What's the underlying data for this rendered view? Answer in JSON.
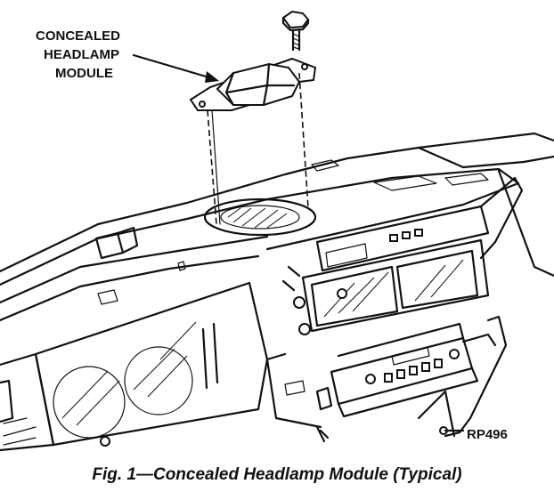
{
  "callout": {
    "label_lines": [
      "CONCEALED",
      "HEADLAMP",
      "MODULE"
    ]
  },
  "part_code": "RP496",
  "caption": "Fig. 1—Concealed Headlamp Module (Typical)",
  "icons": [
    "bolt-icon",
    "headlamp-module-icon",
    "instrument-panel-icon",
    "radio-icon",
    "climate-control-icon"
  ]
}
